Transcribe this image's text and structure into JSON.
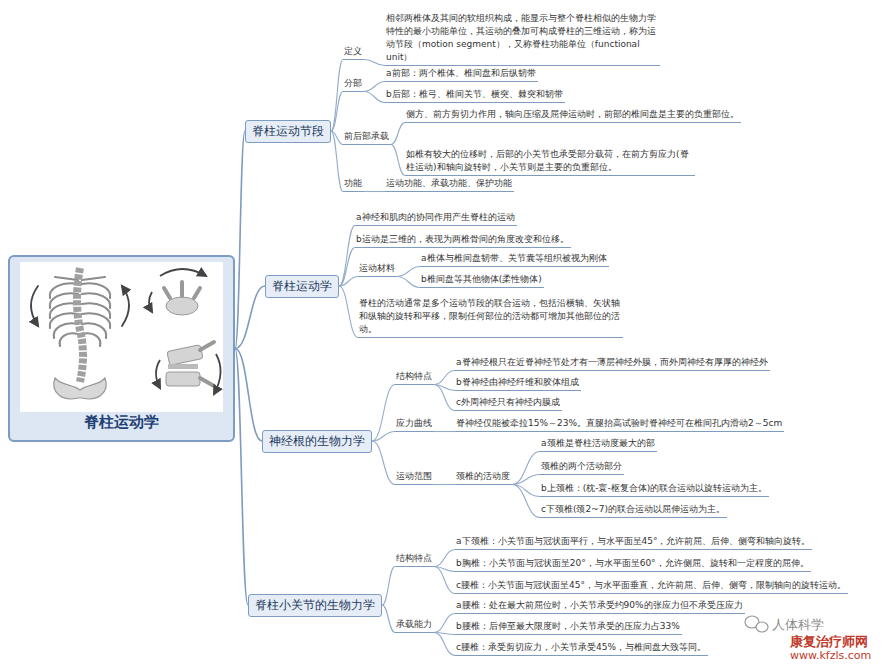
{
  "diagram": {
    "nodes": [
      {
        "text": [
          "脊柱运动学"
        ]
      },
      {
        "text": [
          "脊柱运动节段"
        ]
      },
      {
        "text": [
          "定义"
        ]
      },
      {
        "text": [
          "相邻两椎体及其间的软组织构成，能显示与整个脊柱相似的生物力学特性的最小功能单位，其运动的叠加可构成脊柱的三维运动，称为运动节段（motion segment），又称脊柱功能单位（functional unit）"
        ]
      },
      {
        "text": [
          "分部"
        ]
      },
      {
        "text": [
          "a前部：两个椎体、椎间盘和后纵韧带"
        ]
      },
      {
        "text": [
          "b后部：椎弓、椎间关节、横突、棘突和韧带"
        ]
      },
      {
        "text": [
          "前后部承载"
        ]
      },
      {
        "text": [
          "侧方、前方剪切力作用，轴向压缩及屈伸运动时，前部的椎间盘是主要的负重部位。"
        ]
      },
      {
        "text": [
          "如椎有较大的位移时，后部的小关节也承受部分载荷，在前方剪应力(脊柱运动)和轴向旋转时，小关节则是主要的负重部位。"
        ]
      },
      {
        "text": [
          "功能"
        ]
      },
      {
        "text": [
          "运动功能、承载功能、保护功能"
        ]
      },
      {
        "text": [
          "脊柱运动学"
        ]
      },
      {
        "text": [
          "a神经和肌肉的协同作用产生脊柱的运动"
        ]
      },
      {
        "text": [
          "b运动是三维的，表现为两椎骨间的角度改变和位移。"
        ]
      },
      {
        "text": [
          "运动材料"
        ]
      },
      {
        "text": [
          "a椎体与椎间盘韧带、关节囊等组织被视为刚体"
        ]
      },
      {
        "text": [
          "b椎间盘等其他物体(柔性物体)"
        ]
      },
      {
        "text": [
          "脊柱的活动通常是多个运动节段的联合运动，包括沿横轴、矢状轴和纵轴的旋转和平移，限制任何部位的活动都可增加其他部位的活动。"
        ]
      },
      {
        "text": [
          "神经根的生物力学"
        ]
      },
      {
        "text": [
          "结构特点"
        ]
      },
      {
        "text": [
          "a脊神经根只在近脊神经节处才有一薄层神经外膜，而外周神经有厚厚的神经外"
        ]
      },
      {
        "text": [
          "b脊神经由神经纤维和胶体组成"
        ]
      },
      {
        "text": [
          "c外周神经只有神经内膜成"
        ]
      },
      {
        "text": [
          "应力曲线"
        ]
      },
      {
        "text": [
          "脊神经仅能被牵拉15%～23%。直腿抬高试验时脊神经可在椎间孔内滑动2～5cm"
        ]
      },
      {
        "text": [
          "运动范围"
        ]
      },
      {
        "text": [
          "颈椎的活动度"
        ]
      },
      {
        "text": [
          "a颈椎是脊柱活动度最大的部"
        ]
      },
      {
        "text": [
          "颈椎的两个活动部分"
        ]
      },
      {
        "text": [
          "b上颈椎：(枕-寰-枢复合体)的联合运动以旋转运动为主。"
        ]
      },
      {
        "text": [
          "c下颈椎(颈2~7)的联合运动以屈伸运动为主。"
        ]
      },
      {
        "text": [
          "脊柱小关节的生物力学"
        ]
      },
      {
        "text": [
          "结构特点"
        ]
      },
      {
        "text": [
          "a下颈椎：小关节面与冠状面平行，与水平面呈45°，允许前屈、后伸、侧弯和轴向旋转。"
        ]
      },
      {
        "text": [
          "b胸椎：小关节面与冠状面呈20°，与水平面呈60°，允许侧屈、旋转和一定程度的屈伸。"
        ]
      },
      {
        "text": [
          "c腰椎：小关节面与冠状面呈45°，与水平面垂直，允许前屈、后伸、侧弯，限制轴向的旋转运动。"
        ]
      },
      {
        "text": [
          "承载能力"
        ]
      },
      {
        "text": [
          "a腰椎：处在最大前屈位时，小关节承受约90%的张应力但不承受压应力"
        ]
      },
      {
        "text": [
          "b腰椎：后伸至最大限度时，小关节承受的压应力占33%"
        ]
      },
      {
        "text": [
          "c腰椎：承受剪切应力，小关节承受45%，与椎间盘大致等同。"
        ]
      }
    ],
    "edges": [
      {
        "from": 0,
        "to": 1,
        "arrow": "none"
      },
      {
        "from": 1,
        "to": 2,
        "arrow": "none"
      },
      {
        "from": 2,
        "to": 3,
        "arrow": "none"
      },
      {
        "from": 1,
        "to": 4,
        "arrow": "none"
      },
      {
        "from": 4,
        "to": 5,
        "arrow": "none"
      },
      {
        "from": 4,
        "to": 6,
        "arrow": "none"
      },
      {
        "from": 1,
        "to": 7,
        "arrow": "none"
      },
      {
        "from": 7,
        "to": 8,
        "arrow": "none"
      },
      {
        "from": 7,
        "to": 9,
        "arrow": "none"
      },
      {
        "from": 1,
        "to": 10,
        "arrow": "none"
      },
      {
        "from": 10,
        "to": 11,
        "arrow": "none"
      },
      {
        "from": 0,
        "to": 12,
        "arrow": "none"
      },
      {
        "from": 12,
        "to": 13,
        "arrow": "none"
      },
      {
        "from": 12,
        "to": 14,
        "arrow": "none"
      },
      {
        "from": 12,
        "to": 15,
        "arrow": "none"
      },
      {
        "from": 15,
        "to": 16,
        "arrow": "none"
      },
      {
        "from": 15,
        "to": 17,
        "arrow": "none"
      },
      {
        "from": 12,
        "to": 18,
        "arrow": "none"
      },
      {
        "from": 0,
        "to": 19,
        "arrow": "none"
      },
      {
        "from": 19,
        "to": 20,
        "arrow": "none"
      },
      {
        "from": 20,
        "to": 21,
        "arrow": "none"
      },
      {
        "from": 20,
        "to": 22,
        "arrow": "none"
      },
      {
        "from": 20,
        "to": 23,
        "arrow": "none"
      },
      {
        "from": 19,
        "to": 24,
        "arrow": "none"
      },
      {
        "from": 24,
        "to": 25,
        "arrow": "none"
      },
      {
        "from": 19,
        "to": 26,
        "arrow": "none"
      },
      {
        "from": 26,
        "to": 27,
        "arrow": "none"
      },
      {
        "from": 27,
        "to": 28,
        "arrow": "none"
      },
      {
        "from": 27,
        "to": 29,
        "arrow": "none"
      },
      {
        "from": 27,
        "to": 30,
        "arrow": "none"
      },
      {
        "from": 27,
        "to": 31,
        "arrow": "none"
      },
      {
        "from": 0,
        "to": 32,
        "arrow": "none"
      },
      {
        "from": 32,
        "to": 33,
        "arrow": "none"
      },
      {
        "from": 33,
        "to": 34,
        "arrow": "none"
      },
      {
        "from": 33,
        "to": 35,
        "arrow": "none"
      },
      {
        "from": 33,
        "to": 36,
        "arrow": "none"
      },
      {
        "from": 32,
        "to": 37,
        "arrow": "none"
      },
      {
        "from": 37,
        "to": 38,
        "arrow": "none"
      },
      {
        "from": 37,
        "to": 39,
        "arrow": "none"
      },
      {
        "from": 37,
        "to": 40,
        "arrow": "none"
      }
    ],
    "labels": [
      "人体科学",
      "康复治疗师网",
      "www.kfzls.com"
    ]
  }
}
